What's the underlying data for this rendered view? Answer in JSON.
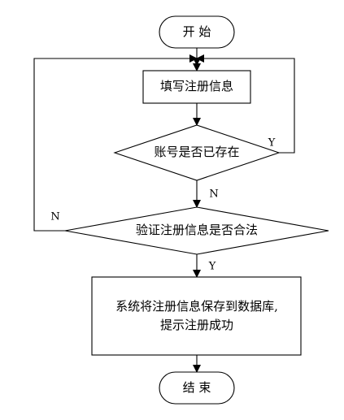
{
  "diagram": {
    "nodes": {
      "start": "开 始",
      "fill_info": "填写注册信息",
      "account_exists": "账号是否已存在",
      "validate": "验证注册信息是否合法",
      "save_line1": "系统将注册信息保存到数据库,",
      "save_line2": "提示注册成功",
      "end": "结 束"
    },
    "edge_labels": {
      "exists_yes": "Y",
      "exists_no": "N",
      "valid_no": "N",
      "valid_yes": "Y"
    }
  }
}
